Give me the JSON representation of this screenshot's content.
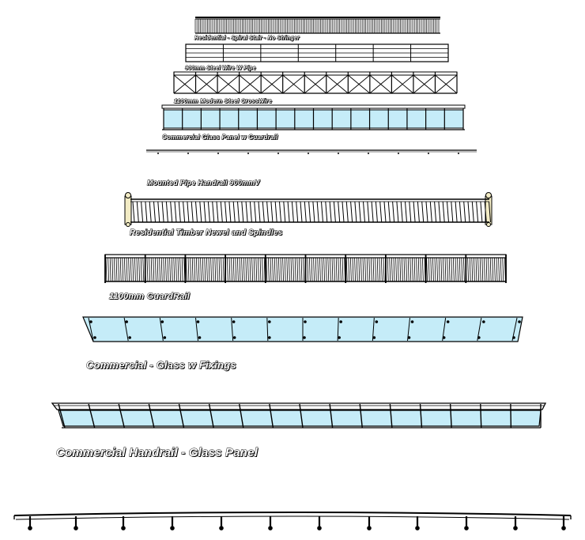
{
  "labels": {
    "residential_spiral": "Residential - Spiral Stair - No Stringer",
    "steel_wire_pipe": "900mm Steel Wire W Pipe",
    "modern_steel_crosswire": "1100mm Modern Steel CrossWire",
    "commercial_glass_guardrail": "Commercial Glass Panel w Guardrail",
    "mounted_pipe_handrail": "Mounted Pipe Handrail 900mmV",
    "timber_newel_spindles": "Residential Timber Newel and Spindles",
    "guardrail_1100": "1100mm GuardRail",
    "glass_fixings": "Commercial - Glass w Fixings",
    "handrail_glass_panel": "Commercial Handrail - Glass Panel"
  },
  "colors": {
    "line": "#000000",
    "glass": "#c5ecf8",
    "glass_dark": "#b7e4f3",
    "label_fill": "#ffffff",
    "newel_wood": "#f2ebc4"
  }
}
